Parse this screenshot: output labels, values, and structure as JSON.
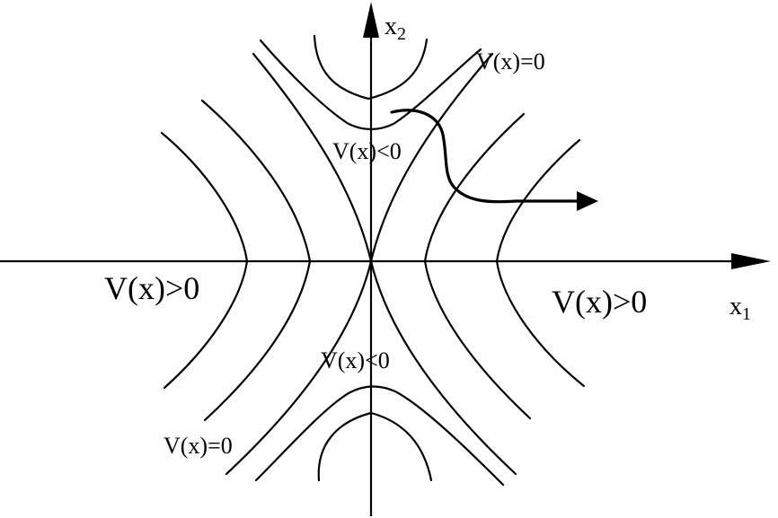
{
  "axes": {
    "x_label_base": "x",
    "x_label_sub": "1",
    "y_label_base": "x",
    "y_label_sub": "2"
  },
  "regions": {
    "left_positive": "V(x)>0",
    "right_positive": "V(x)>0",
    "upper_negative": "V(x)<0",
    "lower_negative": "V(x)<0",
    "boundary_top_right": "V(x)=0",
    "boundary_bottom_left": "V(x)=0"
  },
  "colors": {
    "ink": "#000000",
    "background": "#ffffff"
  }
}
